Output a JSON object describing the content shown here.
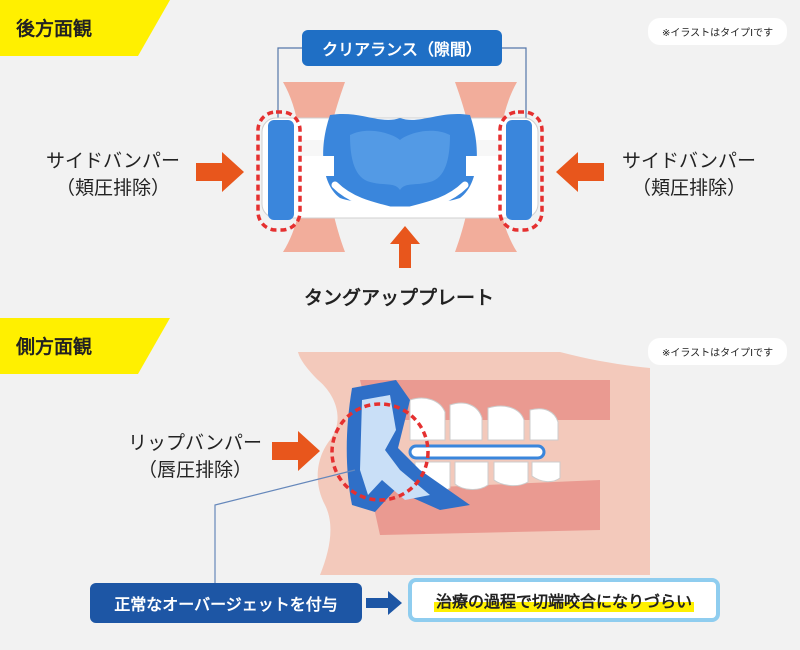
{
  "sections": {
    "rear": {
      "title": "後方面観",
      "note": "※イラストはタイプIです"
    },
    "side": {
      "title": "側方面観",
      "note": "※イラストはタイプIです"
    }
  },
  "rear_view": {
    "clearance_label": "クリアランス（隙間）",
    "left_bumper": {
      "name": "サイドバンパー",
      "sub": "（頬圧排除）"
    },
    "right_bumper": {
      "name": "サイドバンパー",
      "sub": "（頬圧排除）"
    },
    "tongue_plate": "タングアッププレート"
  },
  "side_view": {
    "lip_bumper": {
      "name": "リップバンパー",
      "sub": "（唇圧排除）"
    },
    "effect_label": "正常なオーバージェットを付与",
    "result_label": "治療の過程で切端咬合になりづらい"
  },
  "colors": {
    "accent_yellow": "#fff000",
    "arrow_orange": "#e8561c",
    "appliance_blue": "#3a86dc",
    "label_blue": "#1d56a5",
    "tissue_pink": "#f2b3a3",
    "highlight_red": "#e53030"
  }
}
